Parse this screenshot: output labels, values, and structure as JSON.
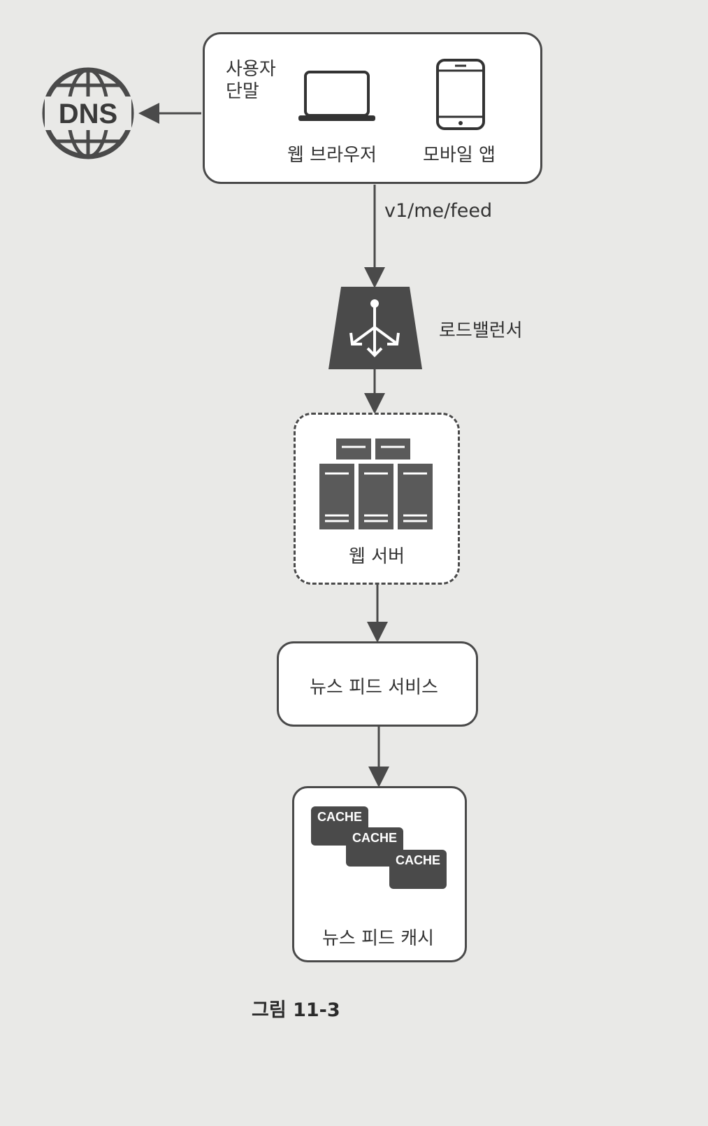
{
  "diagram": {
    "client": {
      "title": "사용자\n단말",
      "browser_label": "웹 브라우저",
      "mobile_label": "모바일 앱"
    },
    "dns": {
      "label": "DNS"
    },
    "request_path": "v1/me/feed",
    "load_balancer": {
      "label": "로드밸런서"
    },
    "web_server": {
      "label": "웹 서버"
    },
    "news_feed_service": {
      "label": "뉴스 피드 서비스"
    },
    "news_feed_cache": {
      "label": "뉴스 피드 캐시",
      "cache_items": [
        "CACHE",
        "CACHE",
        "CACHE"
      ]
    }
  },
  "caption": "그림 11-3",
  "colors": {
    "stroke": "#4a4a4a",
    "icon_fill": "#4a4a4a",
    "background": "#e9e9e7",
    "box_fill": "#ffffff"
  }
}
